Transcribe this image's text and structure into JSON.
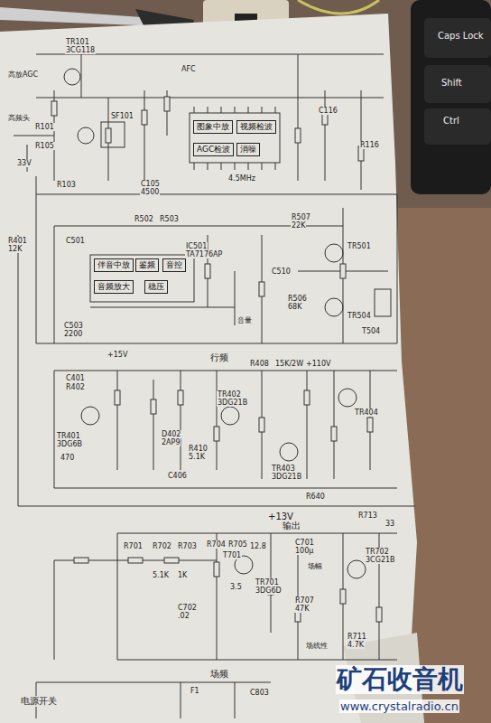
{
  "diagram": {
    "nodes": [
      {
        "text": [
          "图象中放"
        ]
      },
      {
        "text": [
          "视频检波"
        ]
      },
      {
        "text": [
          "AGC检波"
        ]
      },
      {
        "text": [
          "消噪"
        ]
      },
      {
        "text": [
          "伴音中放"
        ]
      },
      {
        "text": [
          "鉴频"
        ]
      },
      {
        "text": [
          "音控"
        ]
      },
      {
        "text": [
          "音频放大"
        ]
      },
      {
        "text": [
          "稳压"
        ]
      }
    ],
    "labels": [
      "高放AGC",
      "高频头",
      "SF101",
      "TR101",
      "3CG118",
      "33V",
      "R101",
      "AFC",
      "R105",
      "C105",
      "4500",
      "R103",
      "4.5MHz",
      "R116",
      "C116",
      "R401",
      "12K",
      "R502",
      "R503",
      "C501",
      "IC501",
      "TA7176AP",
      "C503",
      "2200",
      "音量",
      "R507",
      "22K",
      "TR501",
      "C510",
      "TR504",
      "T504",
      "R506",
      "68K",
      "行频",
      "+15V",
      "R408",
      "15K/2W",
      "+110V",
      "C401",
      "R402",
      "TR401",
      "3DG6B",
      "D402",
      "2AP9",
      "R410",
      "5.1K",
      "TR402",
      "3DG21B",
      "TR403",
      "3DG21B",
      "TR404",
      "R640",
      "C406",
      "470",
      "+13V",
      "输出",
      "C701",
      "100μ",
      "R704",
      "R705",
      "T701",
      "R701",
      "R702",
      "R703",
      "5.1K",
      "1K",
      "TR701",
      "3DG6D",
      "TR702",
      "3CG21B",
      "场幅",
      "R707",
      "47K",
      "场线性",
      "R711",
      "4.7K",
      "场频",
      "R713",
      "33",
      "12.8",
      "3.5",
      "C702",
      ".02",
      "电源开关",
      "F1",
      "C803",
      "矿石收音机",
      "www.crystalradio.cn",
      "Caps Lock",
      "Shift",
      "Ctrl"
    ]
  }
}
